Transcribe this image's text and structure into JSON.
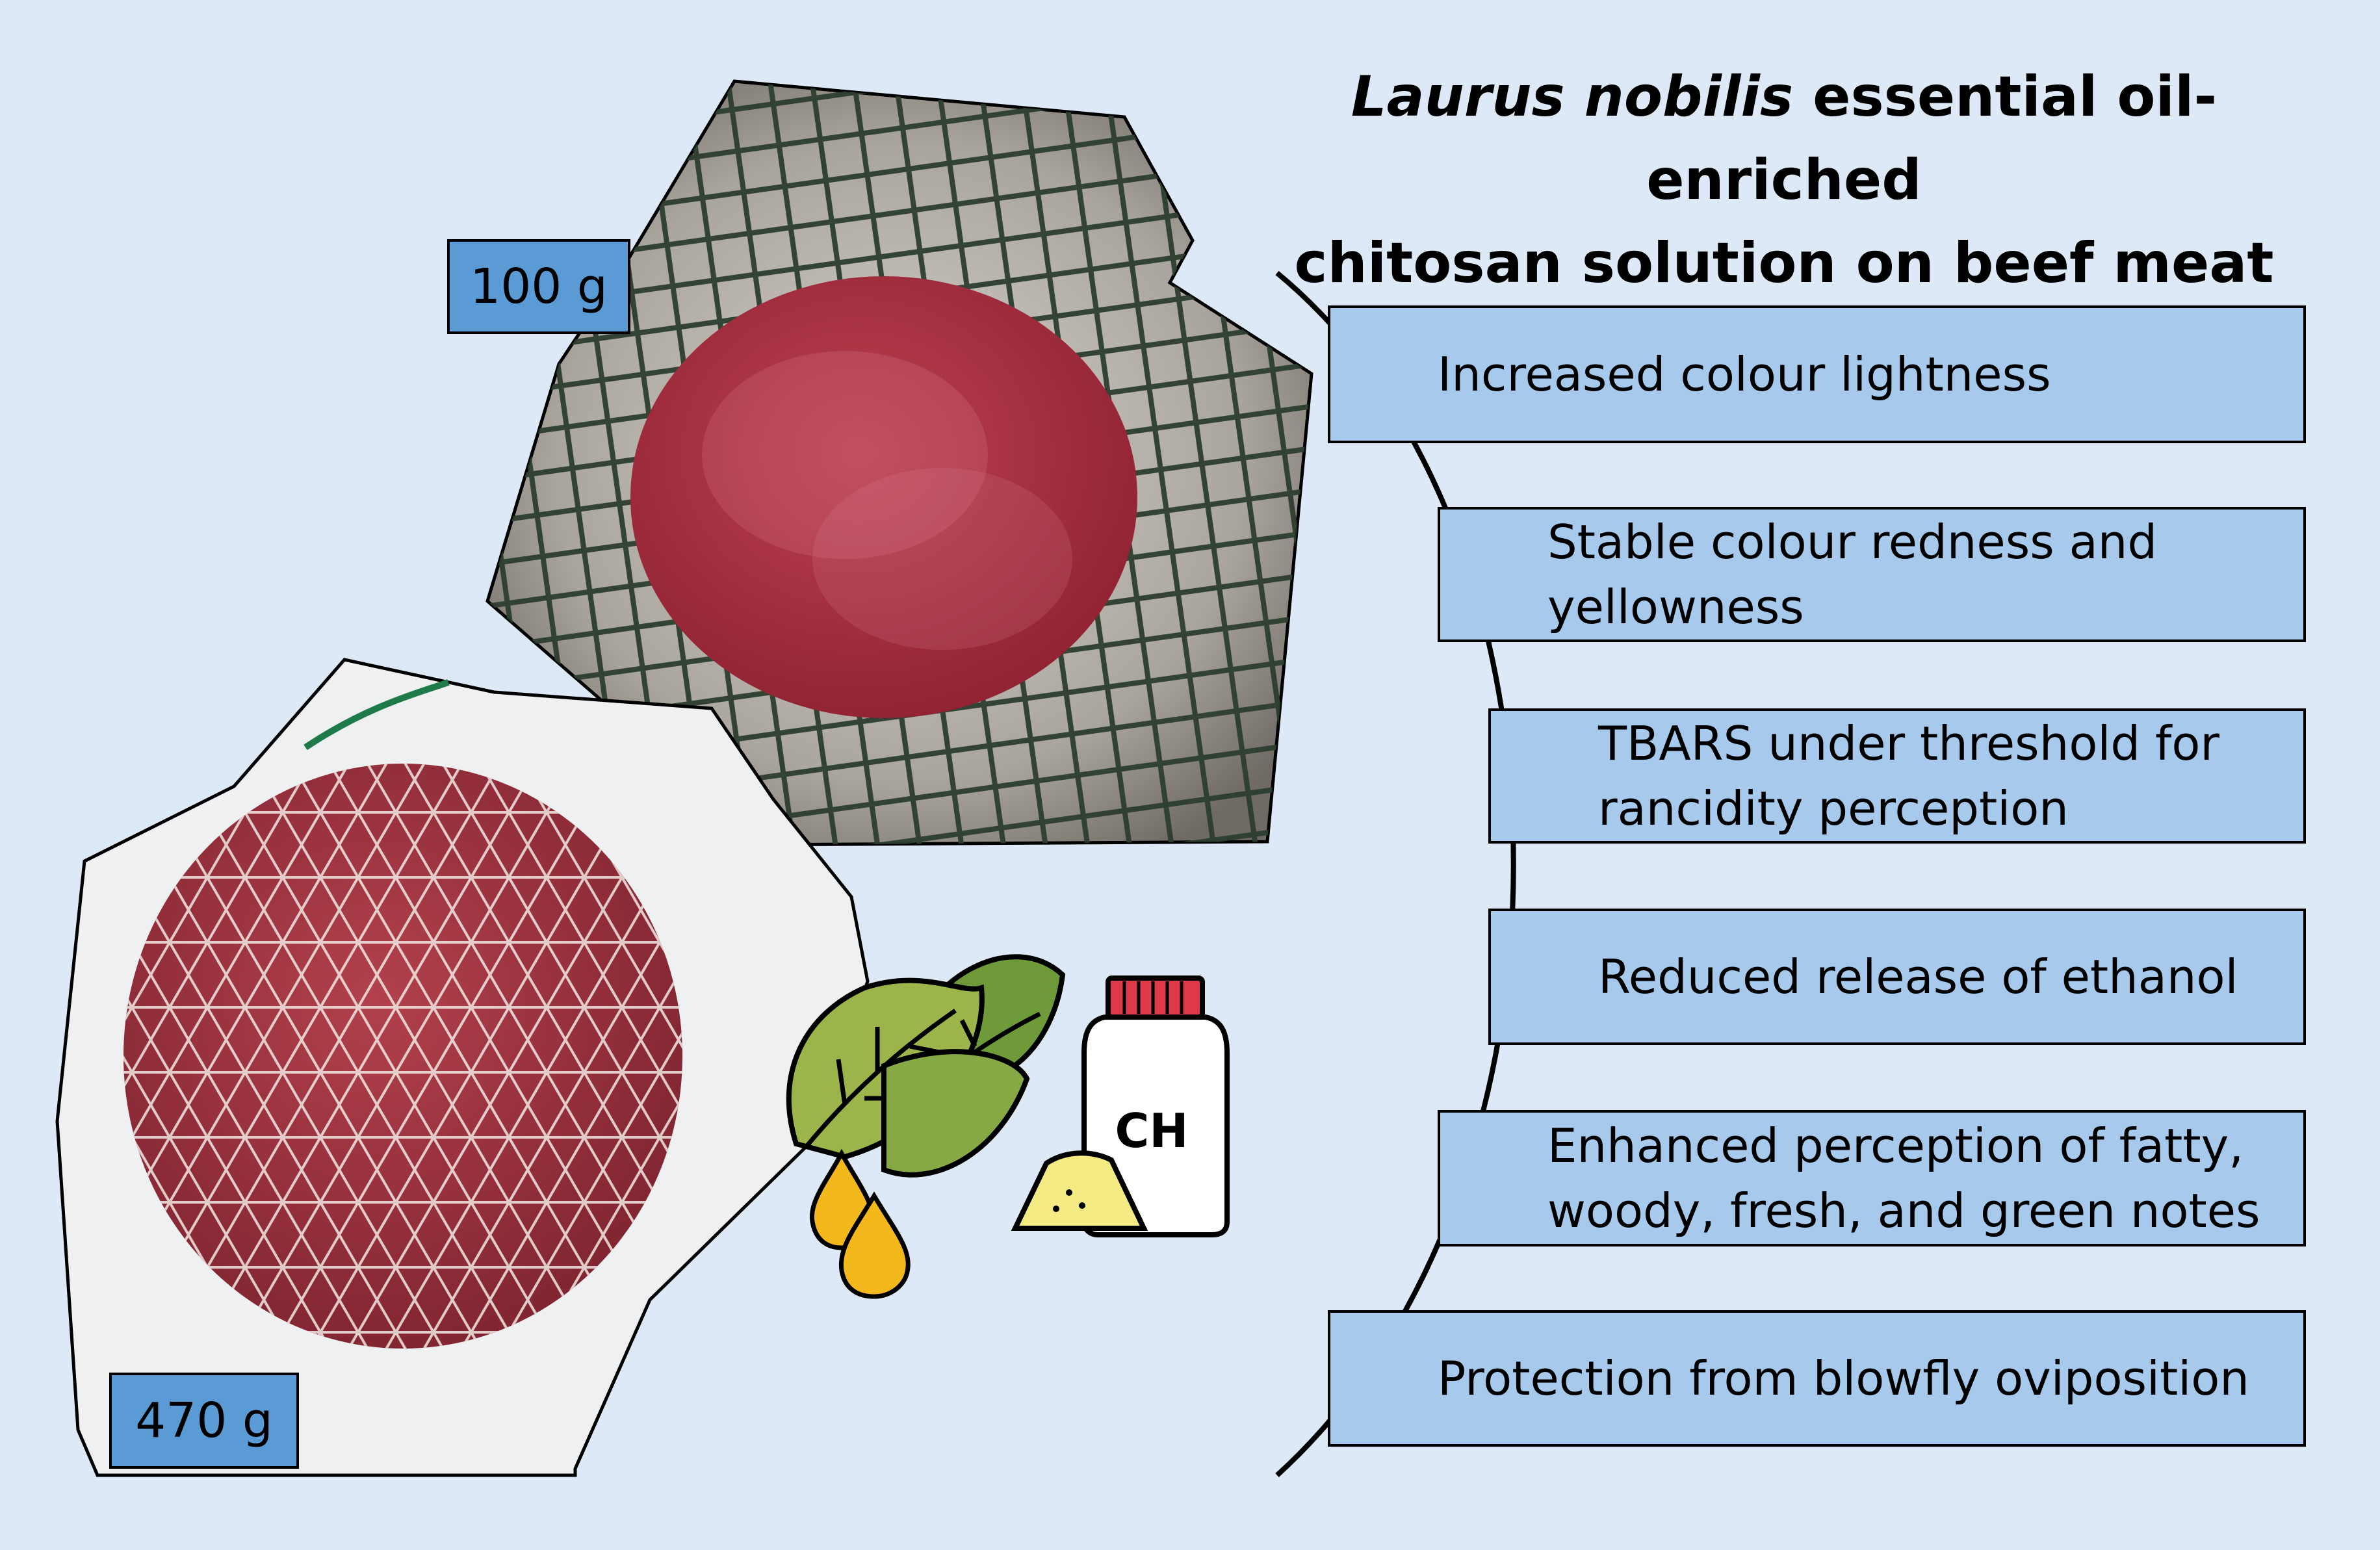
{
  "title": {
    "italic": "Laurus nobilis",
    "line1_rest": " essential oil-enriched",
    "line2": "chitosan solution on beef meat"
  },
  "photos": {
    "burger_label": "100 g",
    "roast_label": "470 g"
  },
  "icons": {
    "bottle_label": "CH",
    "leaf": "bay-leaf-icon",
    "oil": "oil-drop-icon",
    "bottle": "chitosan-bottle-icon"
  },
  "effects": [
    {
      "line1": "Increased colour lightness",
      "line2": ""
    },
    {
      "line1": "Stable colour redness and",
      "line2": "yellowness"
    },
    {
      "line1": "TBARS under threshold for",
      "line2": "rancidity perception"
    },
    {
      "line1": "Reduced release of ethanol",
      "line2": ""
    },
    {
      "line1": "Enhanced perception of fatty,",
      "line2": "woody, fresh, and green notes"
    },
    {
      "line1": "Protection from blowfly oviposition",
      "line2": ""
    }
  ],
  "colors": {
    "background": "#dde9f6",
    "effect_box": "#a6c9ec",
    "weight_label": "#5b9bd5",
    "meat": "#a3303d",
    "leaf": "#8faa3c",
    "oil": "#f3b81c"
  }
}
